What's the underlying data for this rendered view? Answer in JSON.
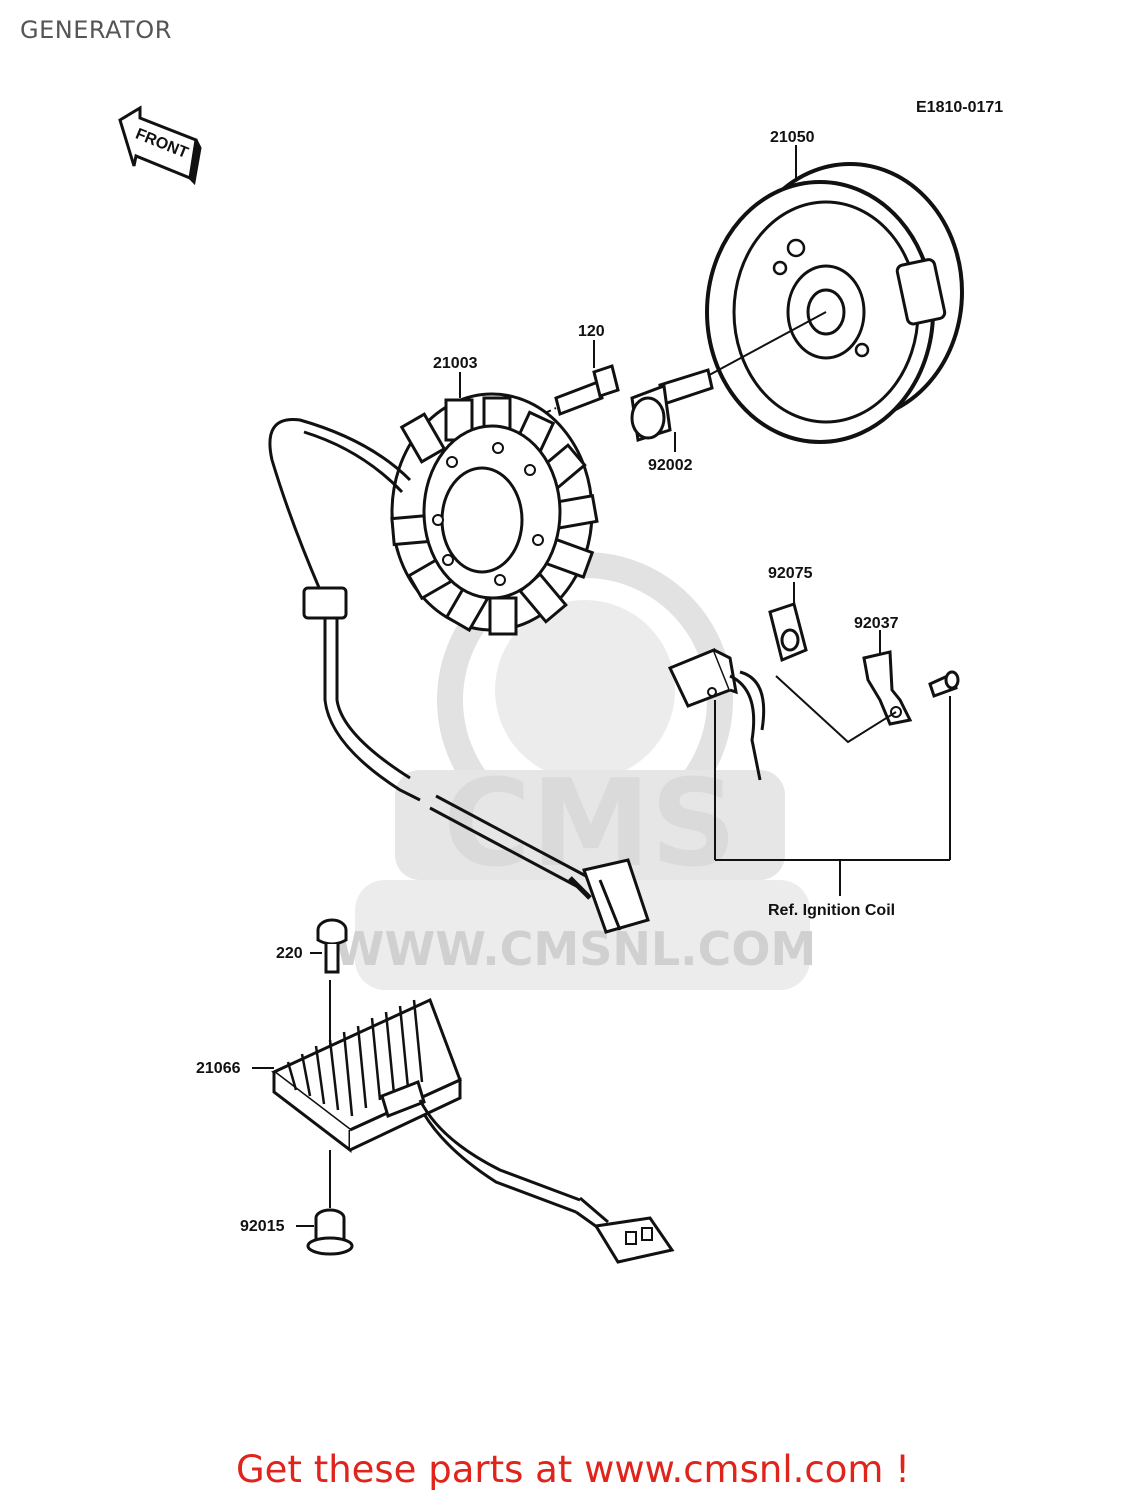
{
  "page": {
    "title": "GENERATOR"
  },
  "diagram": {
    "code": "E1810-0171",
    "front_label": "FRONT",
    "watermark_text": "CMS",
    "watermark_url": "WWW.CMSNL.COM",
    "parts": {
      "p21050": "21050",
      "p120": "120",
      "p21003": "21003",
      "p92002": "92002",
      "p92075": "92075",
      "p92037": "92037",
      "p220": "220",
      "p21066": "21066",
      "p92015": "92015"
    },
    "ref_label": "Ref. Ignition Coil"
  },
  "footer": {
    "cta": "Get these parts at www.cmsnl.com !"
  },
  "colors": {
    "accent": "#e0241b",
    "line": "#111111",
    "watermark": "#d9d9d9"
  }
}
